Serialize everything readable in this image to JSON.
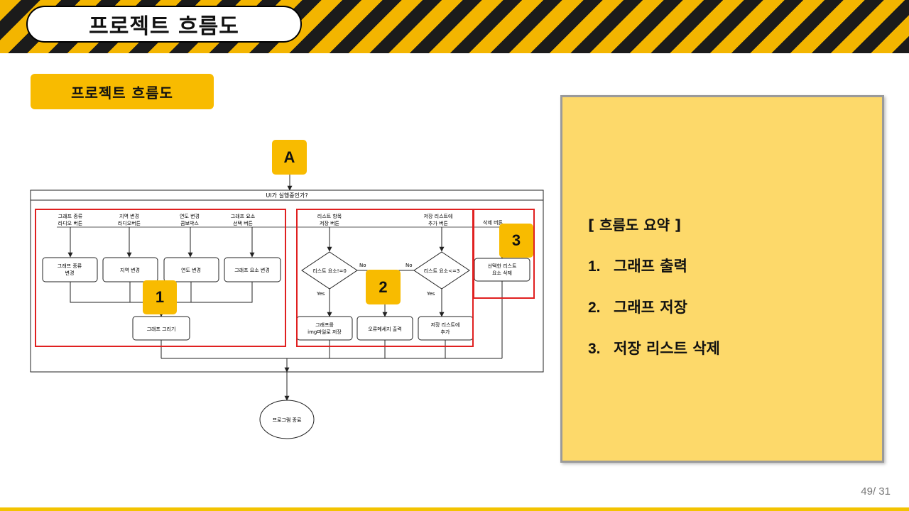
{
  "slide": {
    "title": "프로젝트 흐름도",
    "section_label": "프로젝트 흐름도",
    "page_number": "49/ 31"
  },
  "markers": {
    "a": "A",
    "one": "1",
    "two": "2",
    "three": "3"
  },
  "summary": {
    "heading": "[  흐름도 요약  ]",
    "items": [
      {
        "num": "1.",
        "text": "그래프 출력"
      },
      {
        "num": "2.",
        "text": "그래프 저장"
      },
      {
        "num": "3.",
        "text": "저장 리스트 삭제"
      }
    ]
  },
  "flowchart": {
    "header": "UI가 실행중인가?",
    "triggers": {
      "graph_type": [
        "그래프 종류",
        "라디오 버튼"
      ],
      "region": [
        "지역 변경",
        "라디오버튼"
      ],
      "year": [
        "연도 변경",
        "콤보박스"
      ],
      "element": [
        "그래프 요소",
        "선택 버튼"
      ],
      "save_list": [
        "리스트 항목",
        "저장 버튼"
      ],
      "add_list": [
        "저장 리스트에",
        "추가 버튼"
      ],
      "delete": "삭제 버튼"
    },
    "process": {
      "type_change": [
        "그래프 종류",
        "변경"
      ],
      "region_change": "지역 변경",
      "year_change": "연도 변경",
      "element_change": "그래프 요소 변경",
      "draw": "그래프 그리기",
      "save_img": [
        "그래프를",
        "img파일로 저장"
      ],
      "error": "오류메세지 출력",
      "add_to_list": [
        "저장 리스트에",
        "추가"
      ],
      "delete_selected": [
        "선택한 리스트",
        "요소 삭제"
      ]
    },
    "decisions": {
      "count_zero": "리스트 요소!=0",
      "count_max": "리스트 요소<=3"
    },
    "labels": {
      "yes": "Yes",
      "no": "No"
    },
    "end": "프로그램 종료"
  }
}
